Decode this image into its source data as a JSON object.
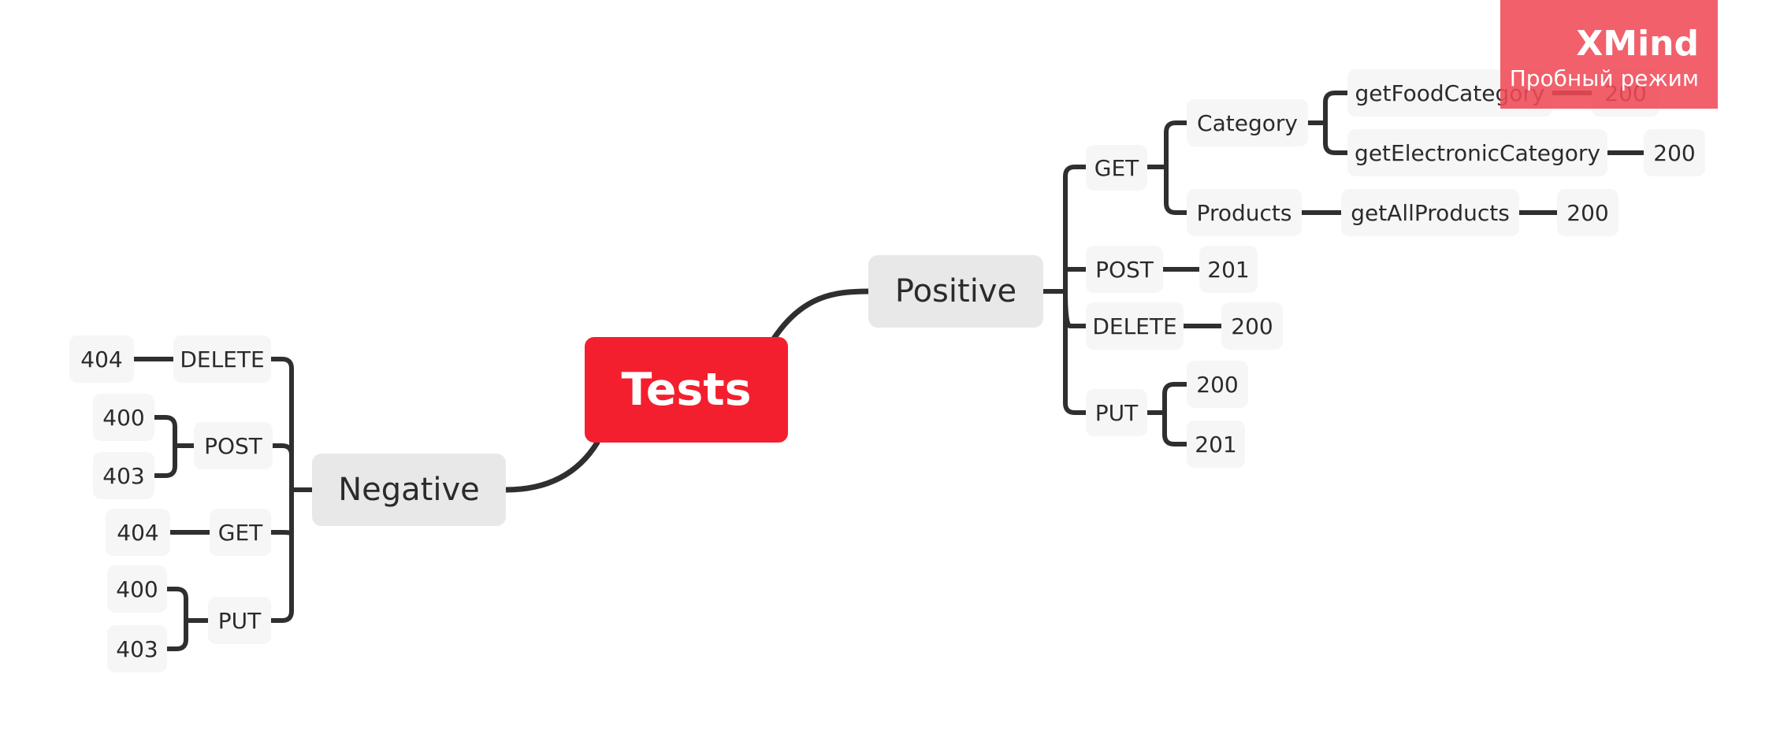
{
  "colors": {
    "root_fill": "#f41f2e",
    "main_fill": "#e8e8e8",
    "sub_fill": "#f6f6f6",
    "line": "#2f2f2f",
    "watermark_fill": "#ef4a57"
  },
  "watermark": {
    "title": "XMind",
    "subtitle": "Пробный режим"
  },
  "root": {
    "label": "Tests"
  },
  "positive": {
    "label": "Positive",
    "get": {
      "label": "GET",
      "category": {
        "label": "Category",
        "food": {
          "label": "getFoodCategory",
          "code": "200"
        },
        "electronic": {
          "label": "getElectronicCategory",
          "code": "200"
        }
      },
      "products": {
        "label": "Products",
        "all": {
          "label": "getAllProducts",
          "code": "200"
        }
      }
    },
    "post": {
      "label": "POST",
      "code": "201"
    },
    "delete": {
      "label": "DELETE",
      "code": "200"
    },
    "put": {
      "label": "PUT",
      "codes": [
        "200",
        "201"
      ]
    }
  },
  "negative": {
    "label": "Negative",
    "delete": {
      "label": "DELETE",
      "code": "404"
    },
    "post": {
      "label": "POST",
      "codes": [
        "400",
        "403"
      ]
    },
    "get": {
      "label": "GET",
      "code": "404"
    },
    "put": {
      "label": "PUT",
      "codes": [
        "400",
        "403"
      ]
    }
  }
}
